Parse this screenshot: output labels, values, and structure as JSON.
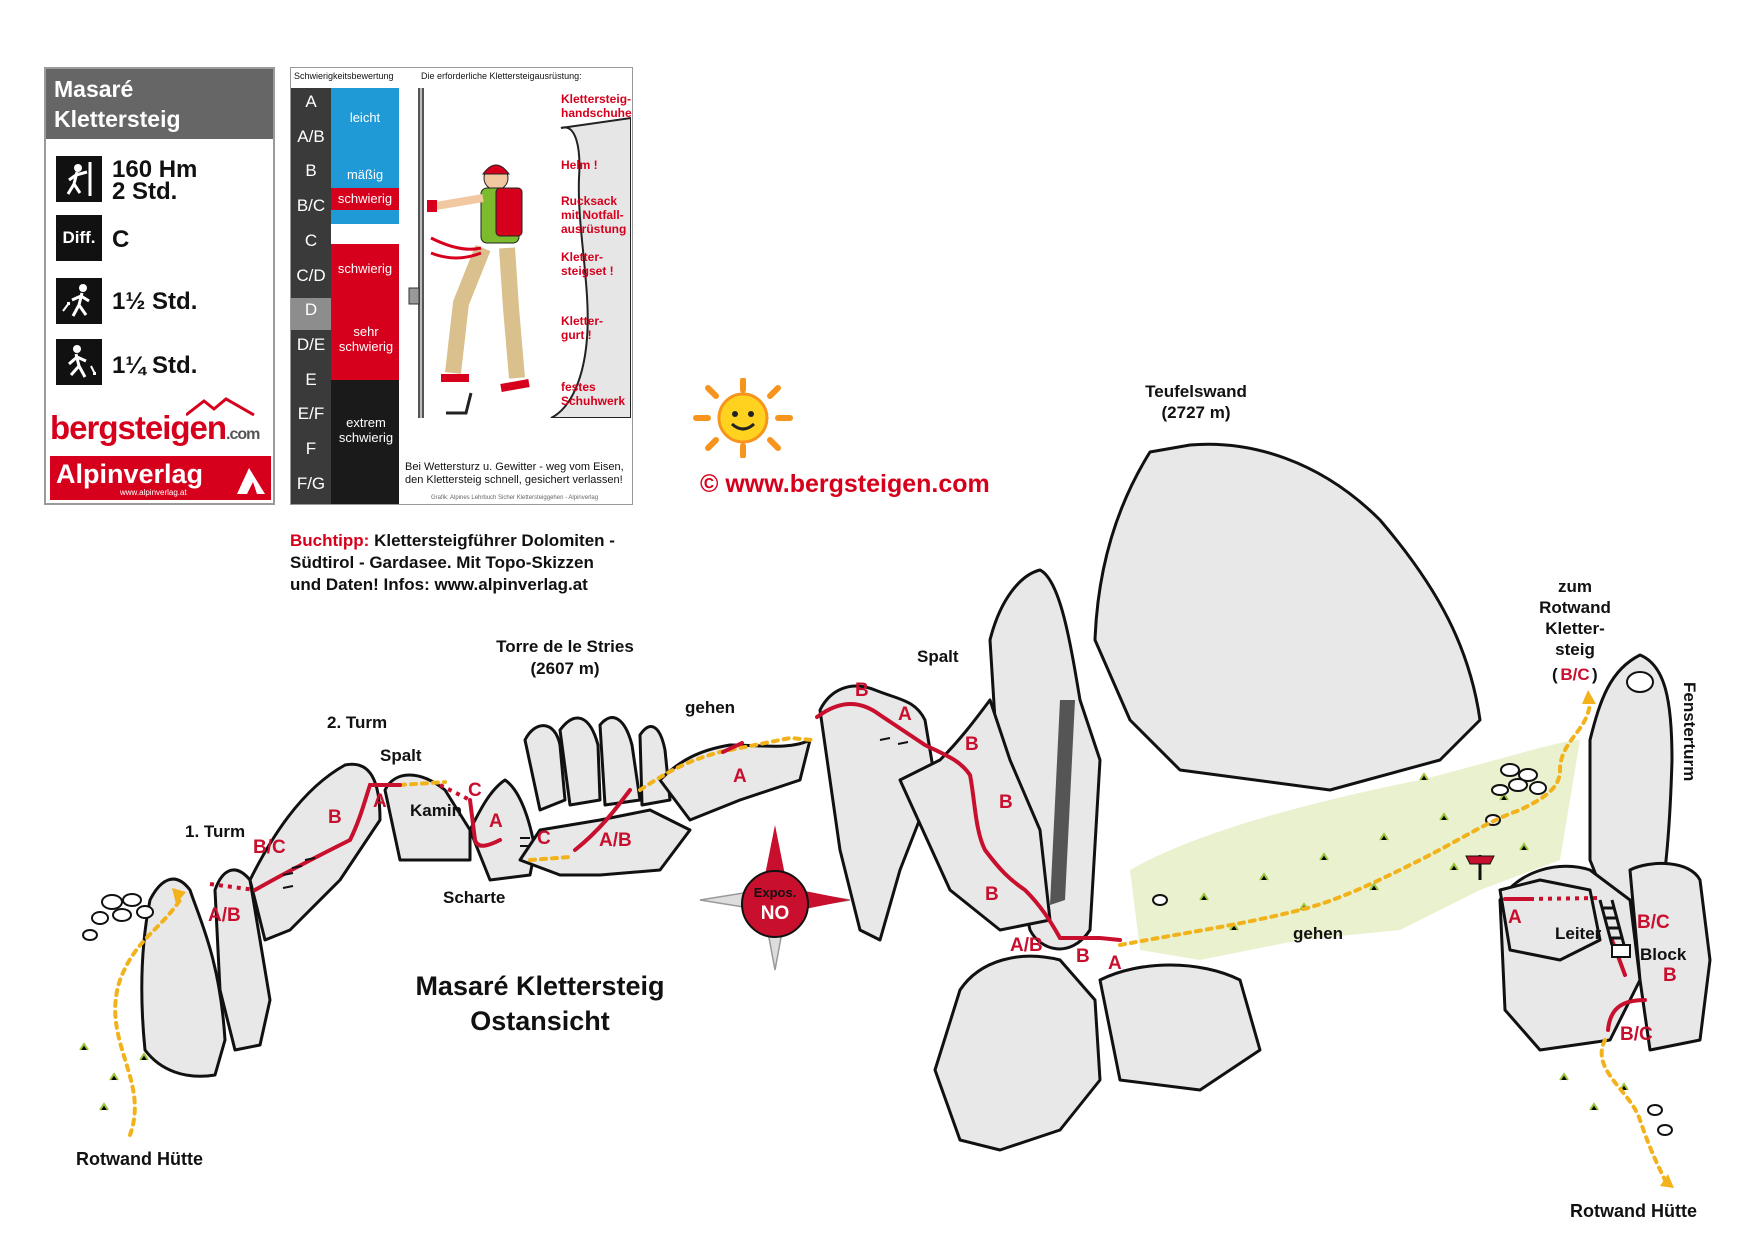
{
  "infobox": {
    "title_line1": "Masaré",
    "title_line2": "Klettersteig",
    "height_gain": "160 Hm",
    "duration": "2 Std.",
    "diff_badge": "Diff.",
    "difficulty": "C",
    "approach_time": "1½ Std.",
    "descent_time": "1¼ Std.",
    "logo_bergsteigen": "bergsteigen",
    "logo_com": ".com",
    "logo_alpinverlag": "Alpinverlag",
    "logo_alpinverlag_url": "www.alpinverlag.at"
  },
  "difficulty_panel": {
    "heading_left": "Schwierigkeitsbewertung",
    "heading_right": "Die erforderliche Klettersteigausrüstung:",
    "grades": [
      "A",
      "A/B",
      "B",
      "B/C",
      "C",
      "C/D",
      "D",
      "D/E",
      "E",
      "E/F",
      "F",
      "F/G"
    ],
    "bands": [
      "leicht",
      "mäßig",
      "schwierig",
      "schwierig",
      "sehr schwierig",
      "extrem schwierig"
    ],
    "gear": [
      "Klettersteig-handschuhe",
      "Helm !",
      "Rucksack mit Notfall-ausrüstung",
      "Kletter-steigset !",
      "Kletter-gurt !",
      "festes Schuhwerk"
    ],
    "warning": "Bei Wettersturz u. Gewitter - weg vom Eisen, den Klettersteig schnell, gesichert verlassen!",
    "credit": "Grafik: Alpines Lehrbuch Sicher Klettersteiggehen - Alpinverlag"
  },
  "book_tip": {
    "label": "Buchtipp:",
    "line1": "Klettersteigführer Dolomiten -",
    "line2": "Südtirol - Gardasee. Mit Topo-Skizzen",
    "line3": "und Daten!  Infos: www.alpinverlag.at"
  },
  "copyright": "©  www.bergsteigen.com",
  "main_title": {
    "line1": "Masaré Klettersteig",
    "line2": "Ostansicht"
  },
  "compass": {
    "label": "Expos.",
    "value": "NO"
  },
  "places": {
    "teufelswand": "Teufelswand",
    "teufelswand_alt": "(2727 m)",
    "torre": "Torre de le Stries",
    "torre_alt": "(2607 m)",
    "turm1": "1. Turm",
    "turm2": "2. Turm",
    "spalt1": "Spalt",
    "spalt2": "Spalt",
    "kamin": "Kamin",
    "scharte": "Scharte",
    "gehen1": "gehen",
    "gehen2": "gehen",
    "zum_rotwand_1": "zum",
    "zum_rotwand_2": "Rotwand",
    "zum_rotwand_3": "Kletter-",
    "zum_rotwand_4": "steig",
    "zum_rotwand_grade": "B/C",
    "fensterturm": "Fensterturm",
    "leiter": "Leiter",
    "block": "Block",
    "rotwand_huette_left": "Rotwand Hütte",
    "rotwand_huette_right": "Rotwand Hütte"
  },
  "route_grades": {
    "g01": "A/B",
    "g02": "B/C",
    "g03": "B",
    "g04": "A",
    "g05": "C",
    "g06": "A",
    "g07": "C",
    "g08": "A/B",
    "g09": "A",
    "g10": "B",
    "g11": "A",
    "g12": "B",
    "g13": "B",
    "g14": "B",
    "g15": "A/B",
    "g16": "B",
    "g17": "A",
    "g18": "A",
    "g19": "B/C",
    "g20": "B",
    "g21": "B/C"
  },
  "colors": {
    "route_red": "#c8102e",
    "trail_yellow": "#f2b21b",
    "rock_fill": "#e9e9e9",
    "rock_outline": "#111111",
    "meadow_green": "#b9d36b"
  }
}
